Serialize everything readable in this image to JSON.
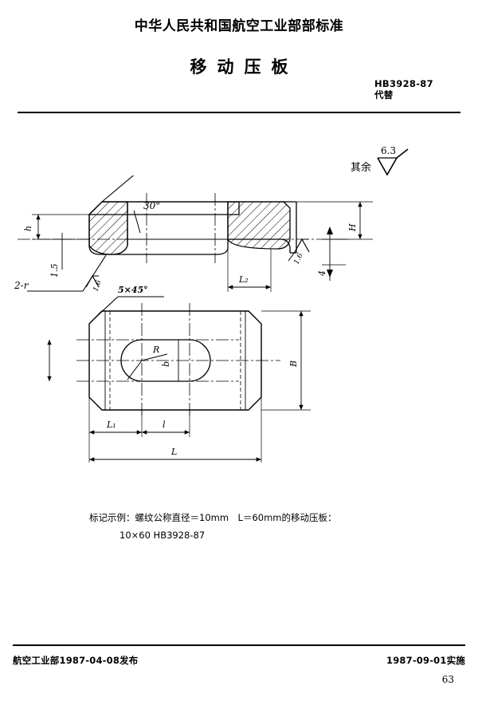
{
  "header": {
    "ministry_title": "中华人民共和国航空工业部部标准",
    "doc_title": "移动压板",
    "standard_number": "HB3928-87",
    "supersedes_label": "代替"
  },
  "surface_note": {
    "label": "其余",
    "roughness_value": "6.3",
    "symbol_name": "surface-roughness-triangle"
  },
  "drawing": {
    "section_view": {
      "name": "sectional-elevation-view",
      "labels": {
        "chamfer_angle": "30°",
        "height_total": "H",
        "height_step": "h",
        "radius_note": "2-r",
        "fillet_dim": "1.5",
        "foot_height": "4",
        "step_length": "L₂",
        "roughness_left": "1.6",
        "roughness_right": "1.6"
      }
    },
    "plan_view": {
      "name": "plan-view",
      "labels": {
        "corner_chamfer": "5×45°",
        "slot_radius": "R",
        "slot_width": "b",
        "plate_width": "B",
        "dim_l1": "L₁",
        "dim_l_small": "l",
        "dim_l_total": "L"
      }
    }
  },
  "marking_example": {
    "line1": "标记示例：螺纹公称直径＝10mm　L＝60mm的移动压板：",
    "line2": "10×60  HB3928-87"
  },
  "footer": {
    "issue_text": "航空工业部1987-04-08发布",
    "effective_text": "1987-09-01实施",
    "page_number": "63"
  },
  "colors": {
    "ink": "#000000",
    "paper": "#ffffff"
  }
}
